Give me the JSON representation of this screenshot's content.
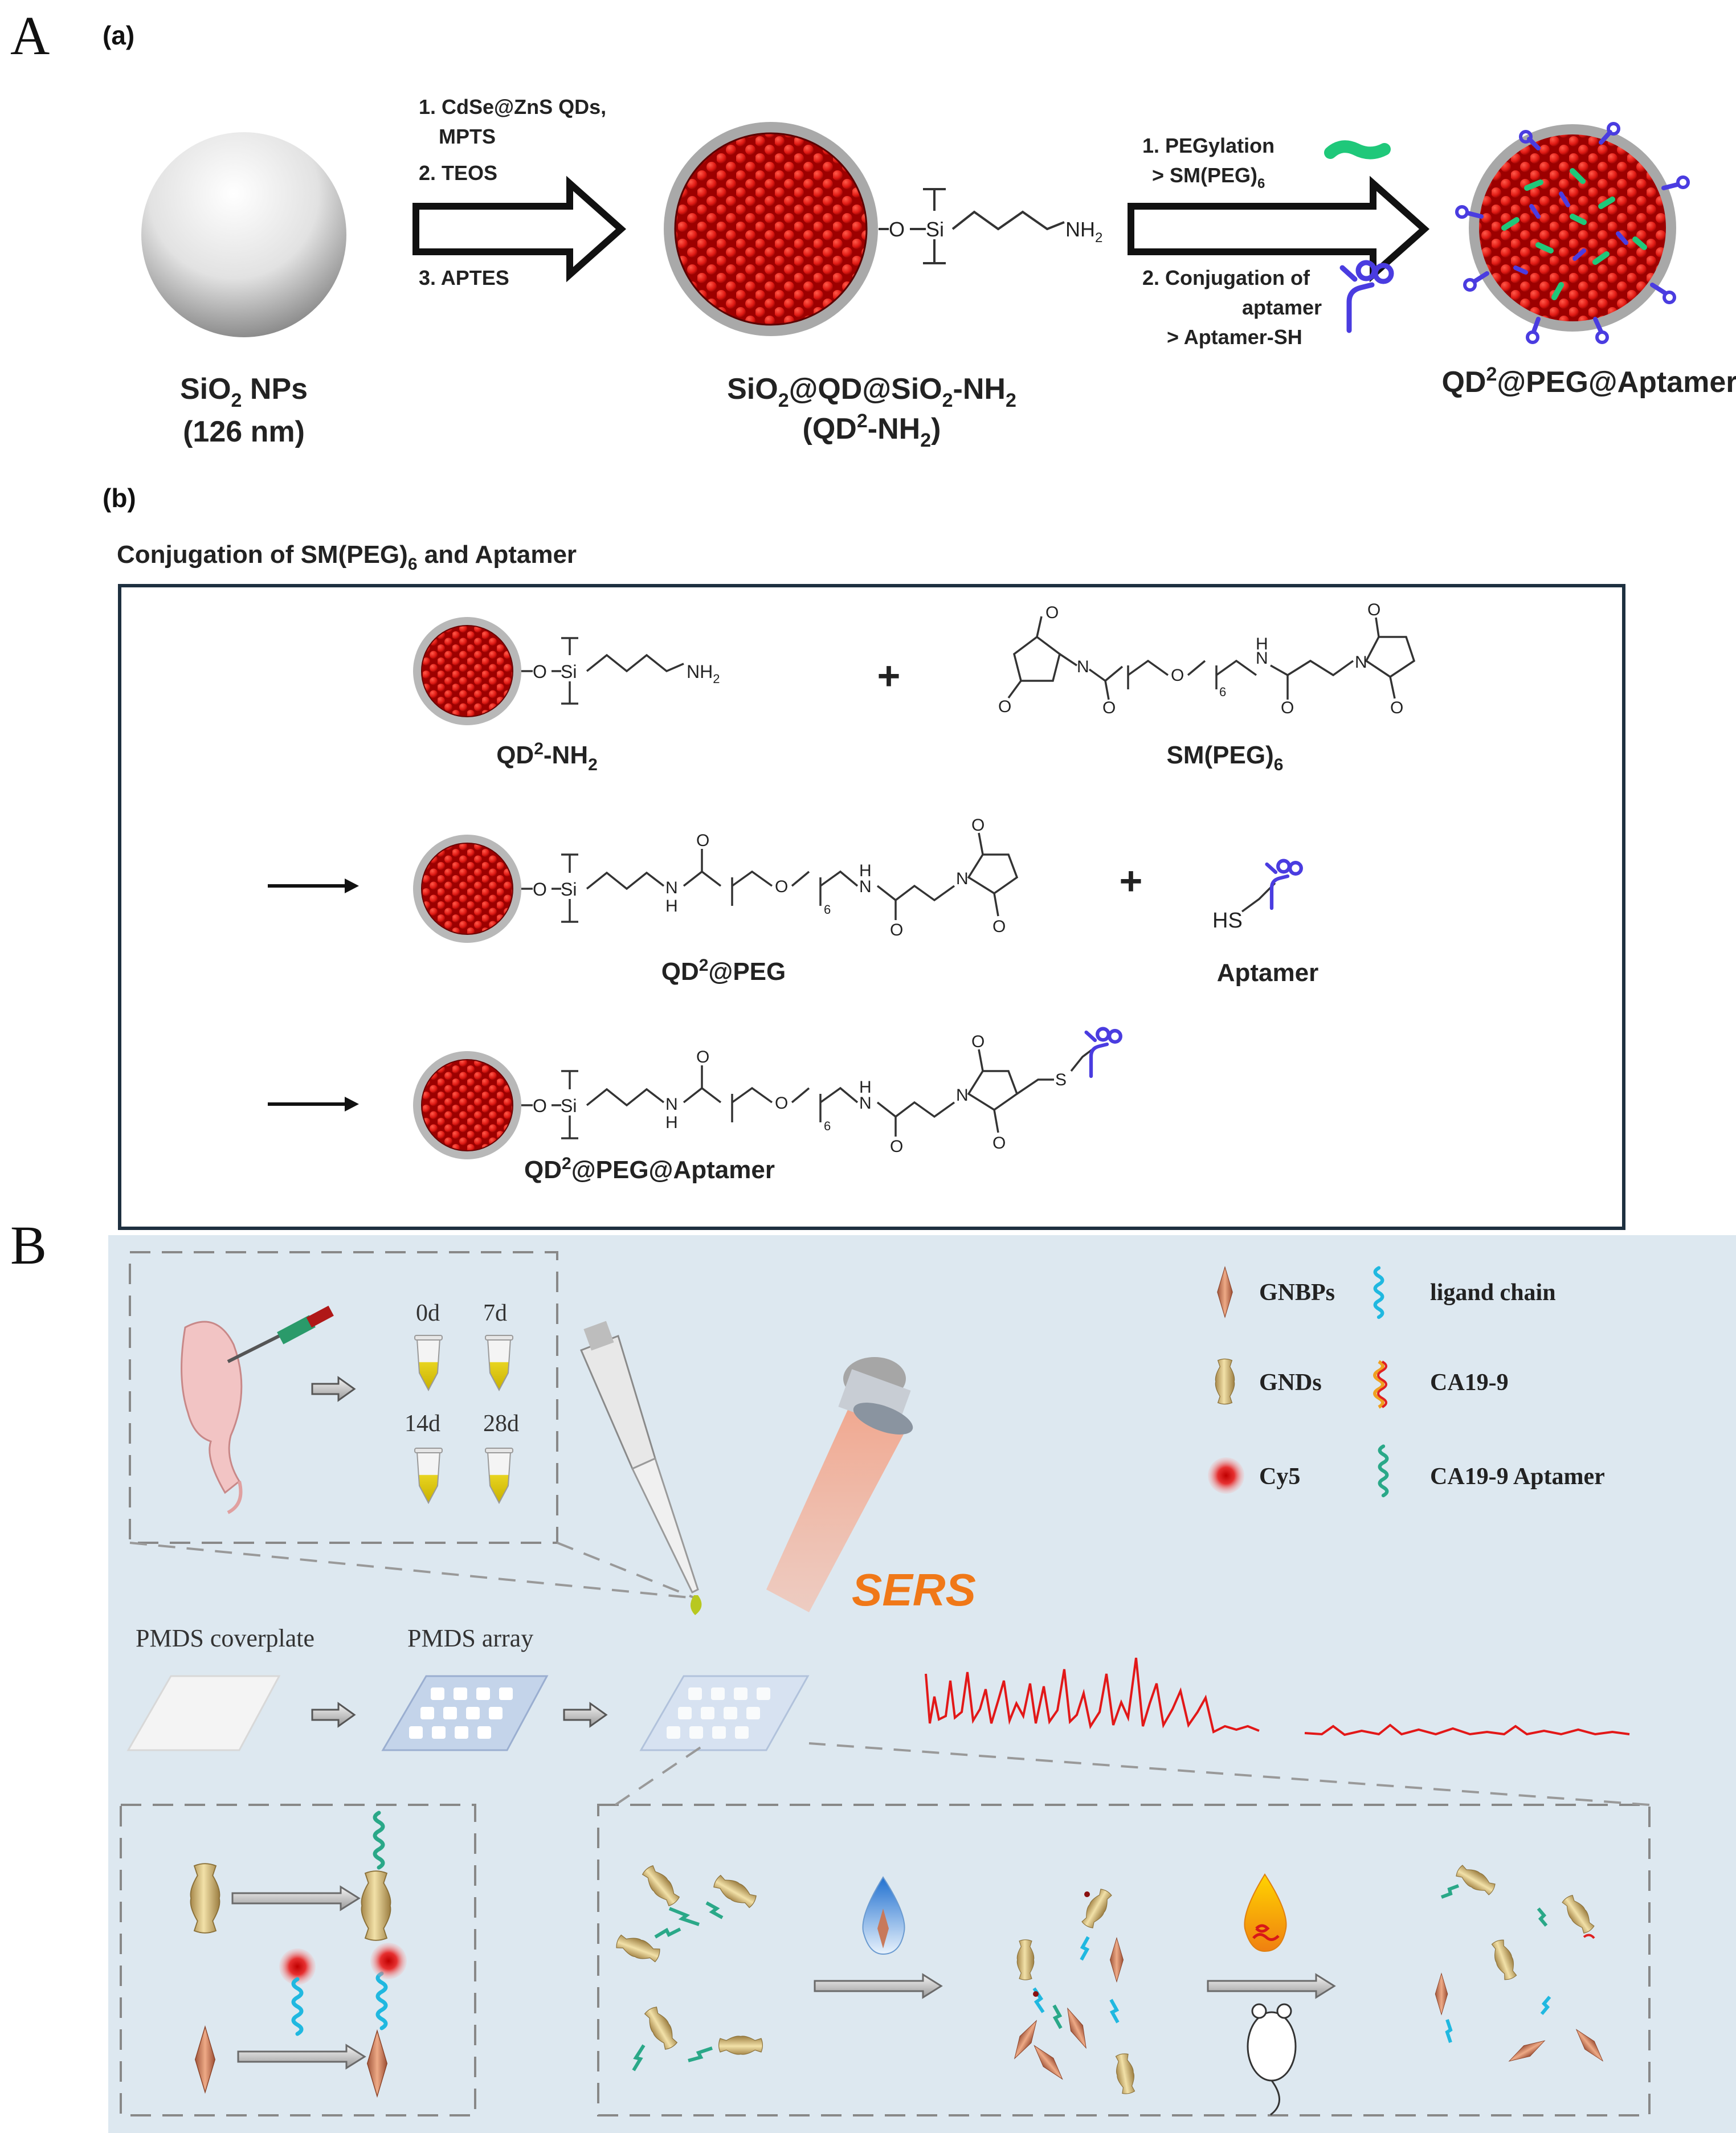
{
  "panelA": {
    "letter": "A",
    "a": {
      "tag": "(a)",
      "step1": [
        "1. CdSe@ZnS QDs,",
        "MPTS",
        "2. TEOS",
        "3. APTES"
      ],
      "step2": [
        "1. PEGylation",
        "> SM(PEG)",
        "6",
        "2. Conjugation of",
        "aptamer",
        "> Aptamer-SH"
      ],
      "silica_label": "SiO",
      "silica_sub": "2",
      "silica_tail": " NPs",
      "silica_size": "(126 nm)",
      "qd_label_parts": [
        "SiO",
        "2",
        "@QD@SiO",
        "2",
        "-NH",
        "2"
      ],
      "qd_short_parts": [
        "(QD",
        "2",
        "-NH",
        "2",
        ")"
      ],
      "final_parts": [
        "QD",
        "2",
        "@PEG@Aptamer"
      ],
      "linker_o": "O",
      "linker_si": "Si",
      "linker_nh": "NH",
      "linker_nh_sub": "2"
    },
    "b": {
      "tag": "(b)",
      "heading_parts": [
        "Conjugation of SM(PEG)",
        "6",
        " and Aptamer"
      ],
      "plus": "+",
      "qd_nh2_parts": [
        "QD",
        "2",
        "-NH",
        "2"
      ],
      "smpeg_parts": [
        "SM(PEG)",
        "6"
      ],
      "qd_peg_parts": [
        "QD",
        "2",
        "@PEG"
      ],
      "aptamer": "Aptamer",
      "qd_peg_apt_parts": [
        "QD",
        "2",
        "@PEG@Aptamer"
      ],
      "hs": "HS",
      "s": "S",
      "o": "O",
      "n": "N",
      "h": "H",
      "si": "Si",
      "nh2": "NH",
      "sub2": "2",
      "sub6": "6"
    }
  },
  "panelB": {
    "letter": "B",
    "days": [
      "0d",
      "7d",
      "14d",
      "28d"
    ],
    "legend": [
      {
        "icon": "gnbp-icon",
        "label": "GNBPs"
      },
      {
        "icon": "ligand-chain-icon",
        "label": "ligand chain"
      },
      {
        "icon": "gnd-icon",
        "label": "GNDs"
      },
      {
        "icon": "ca199-icon",
        "label": "CA19-9"
      },
      {
        "icon": "cy5-icon",
        "label": "Cy5"
      },
      {
        "icon": "aptamer-icon",
        "label": "CA19-9 Aptamer"
      }
    ],
    "sers": "SERS",
    "coverplate": "PMDS coverplate",
    "array": "PMDS array"
  },
  "colors": {
    "red": "#d81818",
    "dark_red": "#8c0000",
    "green": "#1fc87a",
    "blue_aptamer": "#5a3bd8",
    "panel_bg": "#dde8f0",
    "gold": "#cdb57a",
    "copper": "#c8795a",
    "cyan": "#1fb4d8",
    "sers_orange": "#f07818",
    "spectrum_red": "#e21818"
  }
}
